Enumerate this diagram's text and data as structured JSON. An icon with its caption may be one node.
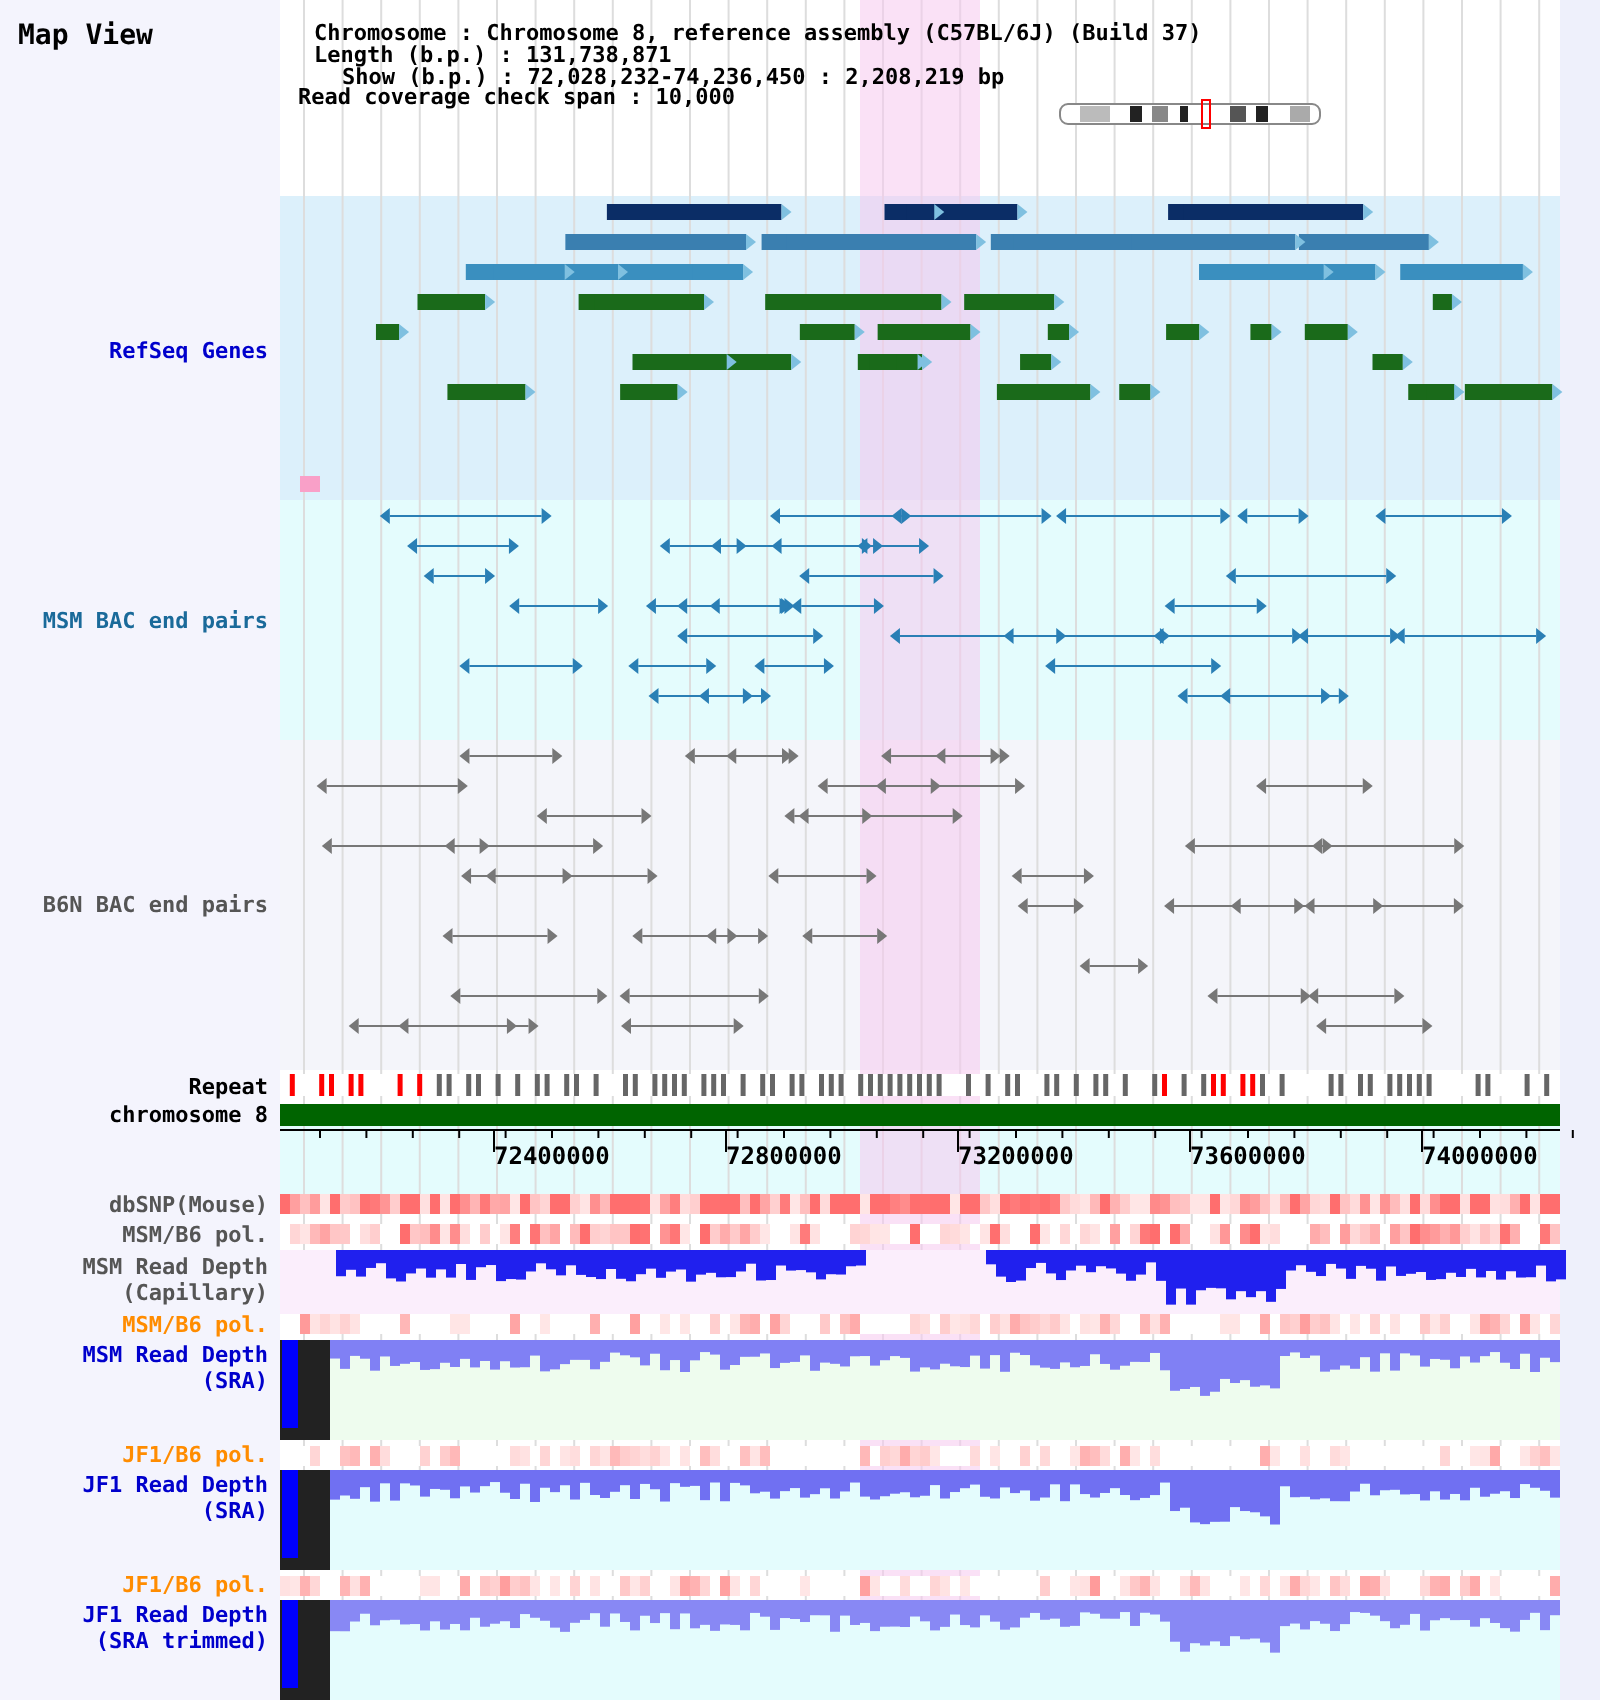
{
  "diagram": {
    "title": "Map View",
    "labels": [
      "Chromosome : Chromosome 8, reference assembly (C57BL/6J) (Build 37)",
      "Length (b.p.) : 131,738,871",
      "Show (b.p.) : 72,028,232-74,236,450 : 2,208,219 bp",
      "Read coverage check span : 10,000",
      "RefSeq Genes",
      "MSM BAC end pairs",
      "B6N BAC end pairs",
      "Repeat",
      "chromosome 8",
      "72400000",
      "72800000",
      "73200000",
      "73600000",
      "74000000",
      "dbSNP(Mouse)",
      "MSM/B6 pol.",
      "MSM Read Depth (Capillary)",
      "MSM/B6 pol.",
      "MSM Read Depth (SRA)",
      "JF1/B6 pol.",
      "JF1 Read Depth (SRA)",
      "JF1/B6 pol.",
      "JF1 Read Depth (SRA trimmed)"
    ]
  }
}
